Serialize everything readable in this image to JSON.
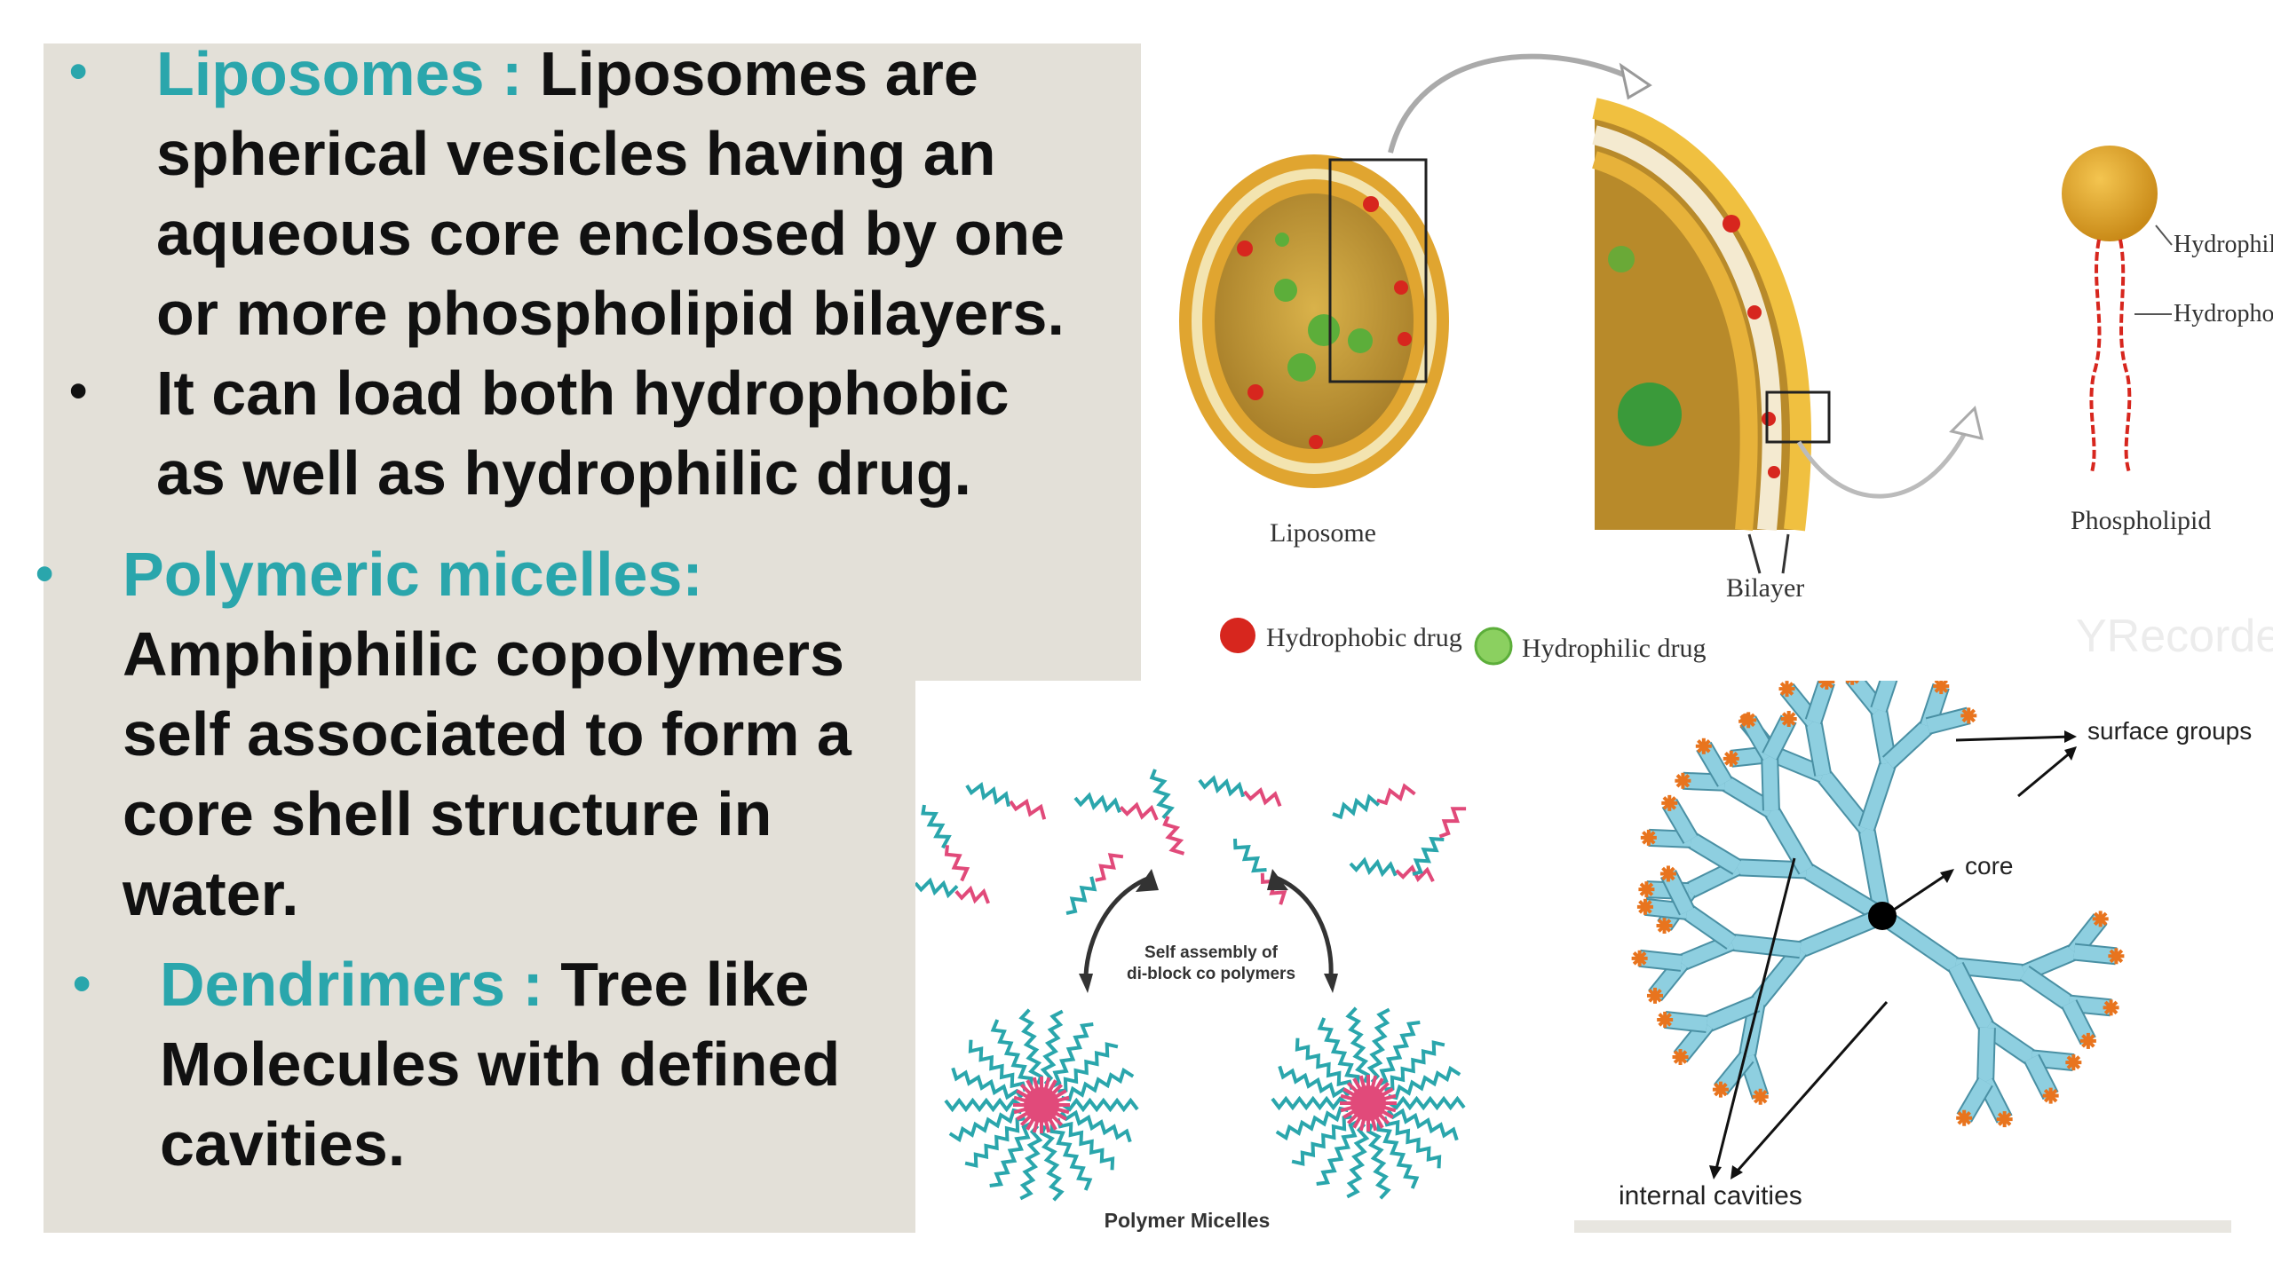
{
  "slide": {
    "liposomes": {
      "term": "Liposomes :",
      "line1": " Liposomes are",
      "line2": "spherical vesicles having an",
      "line3": "aqueous core enclosed by one",
      "line4": "or more phospholipid bilayers."
    },
    "liposomes_load": {
      "line1": "It can load both hydrophobic",
      "line2": "as well as hydrophilic drug."
    },
    "micelles": {
      "term": "Polymeric micelles:",
      "line1": "Amphiphilic copolymers",
      "line2": "self associated to form a",
      "line3": "core shell structure in",
      "line4": "water."
    },
    "dendrimers": {
      "term": "Dendrimers :",
      "line1": " Tree like",
      "line2": "Molecules with defined",
      "line3": "cavities."
    },
    "bullet_glyph": "•"
  },
  "figure_liposome": {
    "label_liposome": "Liposome",
    "label_bilayer": "Bilayer",
    "label_phospholipid": "Phospholipid",
    "label_head": "Hydrophilic head",
    "label_tail": "Hydrophobic tail",
    "legend_hydrophobic": "Hydrophobic drug",
    "legend_hydrophilic": "Hydrophilic drug",
    "watermark": "YRecorder"
  },
  "figure_micelles": {
    "caption_line1": "Self assembly of",
    "caption_line2": "di-block co polymers",
    "title": "Polymer Micelles"
  },
  "figure_dendrimer": {
    "label_surface": "surface groups",
    "label_core": "core",
    "label_cavities": "internal cavities"
  },
  "colors": {
    "teal_term": "#2aa6ac",
    "panel_bg": "#e3e0d8",
    "liposome_gold": "#e8b030",
    "drug_red": "#d7261e",
    "drug_green": "#5cae3a",
    "micelle_teal": "#2aa6ac",
    "micelle_pink": "#e14a7a",
    "dendrimer_blue": "#8ecfe0",
    "dendrimer_orange": "#e8741e"
  }
}
